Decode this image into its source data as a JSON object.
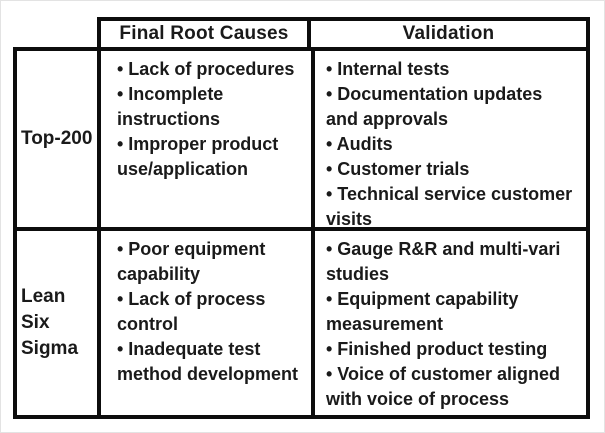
{
  "header": {
    "final_root_causes": "Final Root Causes",
    "validation": "Validation"
  },
  "bullet": "•",
  "rows": [
    {
      "label": "Top-200",
      "final_root_causes": [
        "Lack of procedures",
        "Incomplete instructions",
        "Improper product use/application"
      ],
      "validation": [
        "Internal tests",
        "Documentation updates and approvals",
        "Audits",
        "Customer trials",
        "Technical service customer visits"
      ]
    },
    {
      "label": "Lean Six Sigma",
      "final_root_causes": [
        "Poor equipment capability",
        "Lack of process control",
        "Inadequate test method development"
      ],
      "validation": [
        "Gauge R&R and multi-vari studies",
        "Equipment capability measurement",
        "Finished product testing",
        "Voice of customer aligned with voice of process"
      ]
    }
  ],
  "colors": {
    "border": "#0d0d0d",
    "text": "#1a1a1a",
    "background": "#ffffff"
  }
}
